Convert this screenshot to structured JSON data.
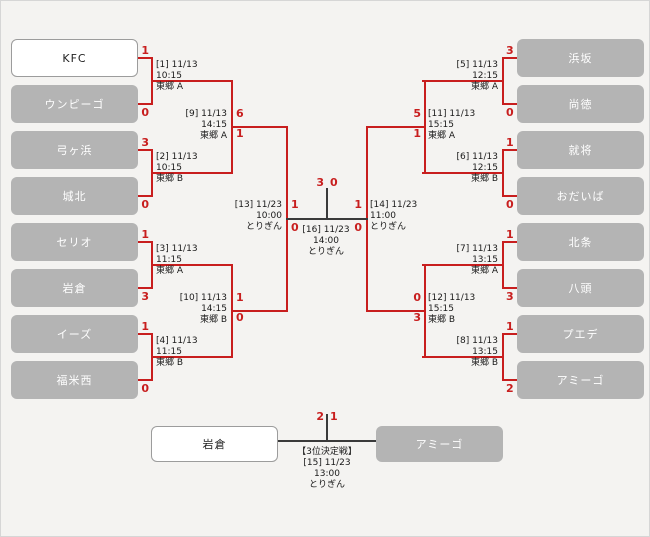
{
  "colors": {
    "line_red": "#c81e1e",
    "line_black": "#3a3a3a",
    "team_box_gray": "#b4b4b4",
    "team_box_white": "#ffffff",
    "background": "#f4f3f1"
  },
  "teams_left": [
    {
      "name": "KFC"
    },
    {
      "name": "ウンピーゴ"
    },
    {
      "name": "弓ヶ浜"
    },
    {
      "name": "城北"
    },
    {
      "name": "セリオ"
    },
    {
      "name": "岩倉"
    },
    {
      "name": "イーズ"
    },
    {
      "name": "福米西"
    }
  ],
  "teams_right": [
    {
      "name": "浜坂"
    },
    {
      "name": "尚徳"
    },
    {
      "name": "就将"
    },
    {
      "name": "おだいば"
    },
    {
      "name": "北条"
    },
    {
      "name": "八頭"
    },
    {
      "name": "プエデ"
    },
    {
      "name": "アミーゴ"
    }
  ],
  "matches": {
    "m1": {
      "label": "[1] 11/13",
      "time": "10:15",
      "venue": "東郷 A",
      "score_top": "1",
      "score_bottom": "0"
    },
    "m2": {
      "label": "[2] 11/13",
      "time": "10:15",
      "venue": "東郷 B",
      "score_top": "3",
      "score_bottom": "0"
    },
    "m3": {
      "label": "[3] 11/13",
      "time": "11:15",
      "venue": "東郷 A",
      "score_top": "1",
      "score_bottom": "3"
    },
    "m4": {
      "label": "[4] 11/13",
      "time": "11:15",
      "venue": "東郷 B",
      "score_top": "1",
      "score_bottom": "0"
    },
    "m5": {
      "label": "[5] 11/13",
      "time": "12:15",
      "venue": "東郷 A",
      "score_top": "3",
      "score_bottom": "0"
    },
    "m6": {
      "label": "[6] 11/13",
      "time": "12:15",
      "venue": "東郷 B",
      "score_top": "1",
      "score_bottom": "0"
    },
    "m7": {
      "label": "[7] 11/13",
      "time": "13:15",
      "venue": "東郷 A",
      "score_top": "1",
      "score_bottom": "3"
    },
    "m8": {
      "label": "[8] 11/13",
      "time": "13:15",
      "venue": "東郷 B",
      "score_top": "1",
      "score_bottom": "2"
    },
    "m9": {
      "label": "[9] 11/13",
      "time": "14:15",
      "venue": "東郷 A",
      "score_top": "6",
      "score_bottom": "1"
    },
    "m10": {
      "label": "[10] 11/13",
      "time": "14:15",
      "venue": "東郷 B",
      "score_top": "1",
      "score_bottom": "0"
    },
    "m11": {
      "label": "[11] 11/13",
      "time": "15:15",
      "venue": "東郷 A",
      "score_top": "5",
      "score_bottom": "1"
    },
    "m12": {
      "label": "[12] 11/13",
      "time": "15:15",
      "venue": "東郷 B",
      "score_top": "0",
      "score_bottom": "3"
    },
    "m13": {
      "label": "[13] 11/23",
      "time": "10:00",
      "venue": "とりぎん",
      "score_top": "1",
      "score_bottom": "0"
    },
    "m14": {
      "label": "[14] 11/23",
      "time": "11:00",
      "venue": "とりぎん",
      "score_top": "1",
      "score_bottom": "0"
    },
    "m16": {
      "label": "[16] 11/23",
      "time": "14:00",
      "venue": "とりぎん",
      "score_left": "3",
      "score_right": "0"
    }
  },
  "third_place": {
    "title": "【3位決定戦】",
    "label": "[15] 11/23",
    "time": "13:00",
    "venue": "とりぎん",
    "team_left": "岩倉",
    "team_right": "アミーゴ",
    "score_left": "2",
    "score_right": "1"
  }
}
